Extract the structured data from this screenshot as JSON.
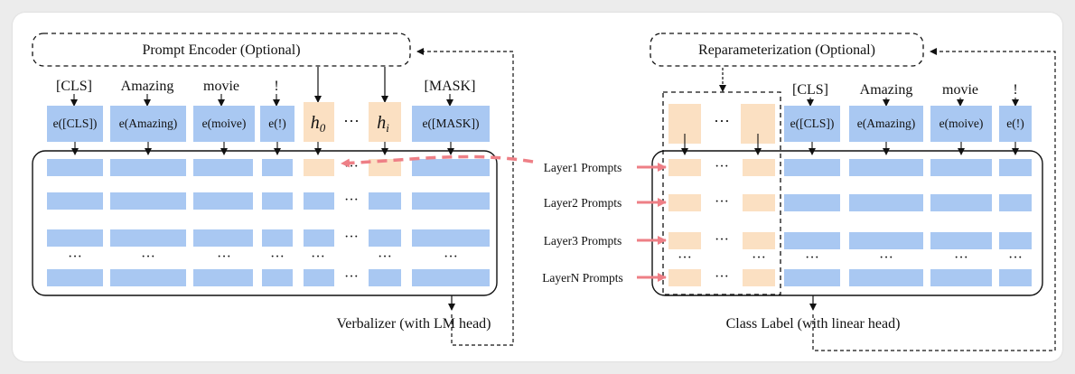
{
  "left": {
    "encoder_title": "Prompt Encoder (Optional)",
    "tokens": [
      "[CLS]",
      "Amazing",
      "movie",
      "!",
      "[MASK]"
    ],
    "embeddings": [
      "e([CLS])",
      "e(Amazing)",
      "e(moive)",
      "e(!)",
      "e([MASK])"
    ],
    "prompt_tokens": [
      "h0",
      "hi"
    ],
    "ellipsis": "···",
    "head_label": "Verbalizer (with LM head)"
  },
  "right": {
    "reparam_title": "Reparameterization (Optional)",
    "tokens": [
      "[CLS]",
      "Amazing",
      "movie",
      "!"
    ],
    "embeddings": [
      "e([CLS])",
      "e(Amazing)",
      "e(moive)",
      "e(!)"
    ],
    "ellipsis": "···",
    "layer_labels": [
      "Layer1 Prompts",
      "Layer2 Prompts",
      "Layer3 Prompts",
      "LayerN Prompts"
    ],
    "head_label": "Class Label (with linear head)"
  },
  "colors": {
    "blue": "#a9c8f2",
    "peach": "#fbe0c2",
    "arrow_red": "#ee7f86"
  }
}
